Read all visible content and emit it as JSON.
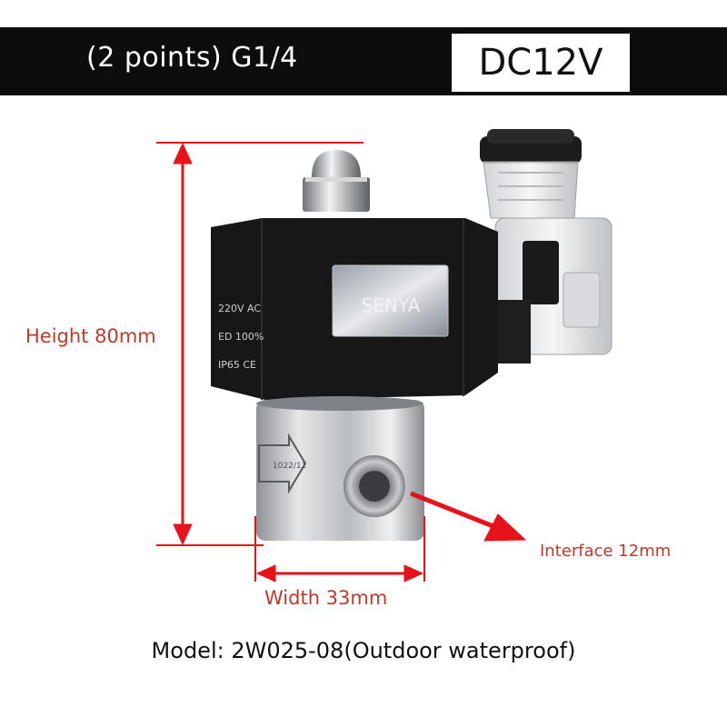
{
  "banner": {
    "title": "(2 points) G1/4",
    "voltage": "DC12V",
    "background_color": "#0d0d0d"
  },
  "product": {
    "coil_brand": "SENYA",
    "coil_lines": [
      "220V  AC",
      "ED  100%",
      "IP65  CE"
    ],
    "body_marking": "1022/11"
  },
  "dimensions": {
    "height": "Height 80mm",
    "width": "Width 33mm",
    "interface": "Interface 12mm",
    "annotation_color": "#e8121b"
  },
  "footer": {
    "model": "Model: 2W025-08(Outdoor waterproof)"
  }
}
